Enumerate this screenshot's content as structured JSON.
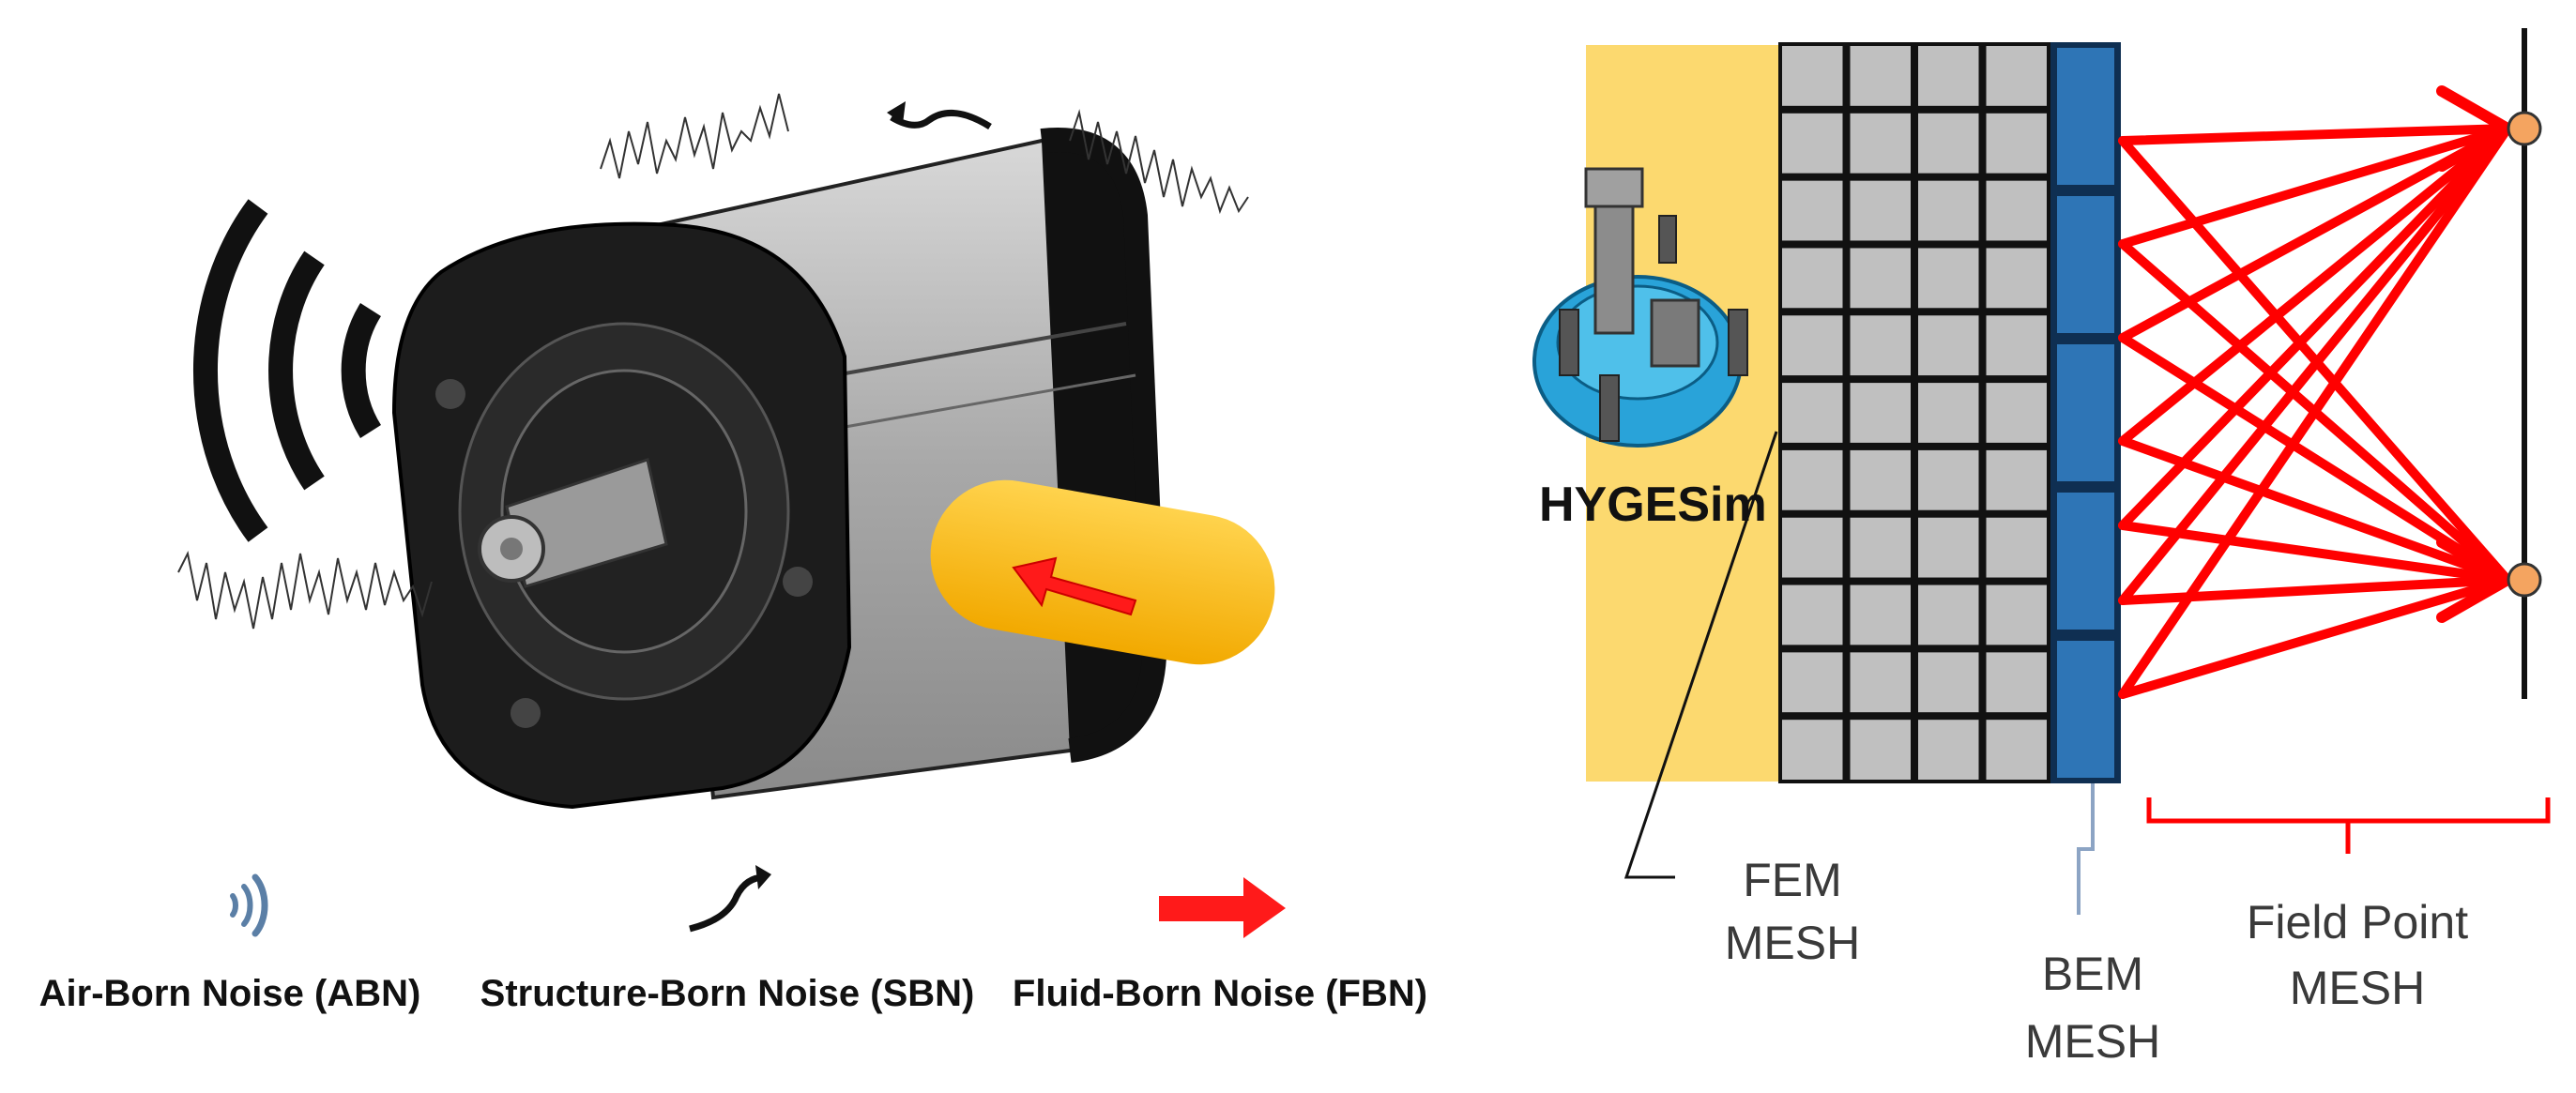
{
  "legend": {
    "abn": {
      "label": "Air-Born Noise (ABN)",
      "icon": "sound-waves-icon"
    },
    "sbn": {
      "label": "Structure-Born Noise (SBN)",
      "icon": "curved-arrow-icon"
    },
    "fbn": {
      "label": "Fluid-Born Noise (FBN)",
      "icon": "red-arrow-icon"
    }
  },
  "model": {
    "label": "HYGESim"
  },
  "labels": {
    "fem": [
      "FEM",
      "MESH"
    ],
    "bem": [
      "BEM",
      "MESH"
    ],
    "field": [
      "Field Point",
      "MESH"
    ]
  },
  "colors": {
    "fluid_region": "#fcd96f",
    "fem_cell": "#c0c0c0",
    "bem_cell": "#2e75b6",
    "ray": "#ff0000",
    "field_point": "#f4a460",
    "pump_body": "#1c1c1c",
    "pump_housing": "#b8b8b8",
    "fluid_pipe": "#ffc000"
  }
}
